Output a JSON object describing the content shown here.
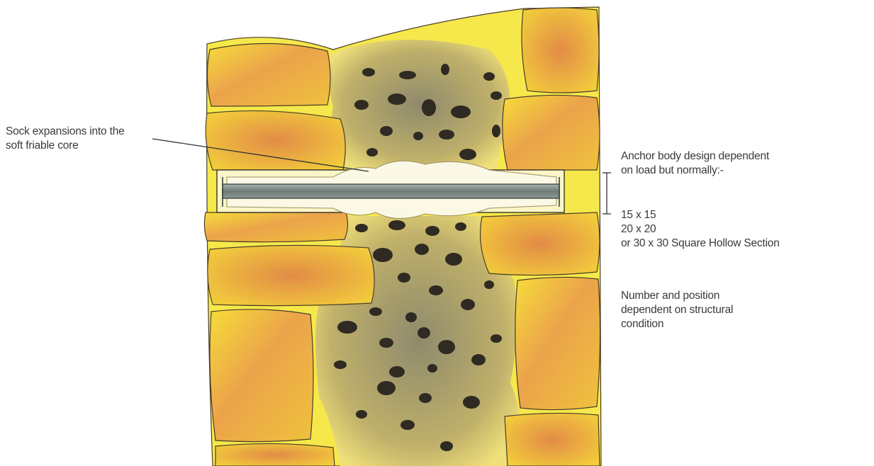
{
  "diagram": {
    "labels": {
      "sock_callout": [
        "Sock expansions into the",
        "soft friable core"
      ],
      "anchor_callout": [
        "Anchor body design dependent",
        "on load but normally:-"
      ],
      "section_sizes": [
        "15 x 15",
        "20 x 20",
        "or 30 x 30 Square Hollow Section"
      ],
      "number_callout": [
        "Number and position",
        "dependent on structural",
        "condition"
      ]
    },
    "colors": {
      "paper": "#ffffff",
      "brick_yellow": "#f3d52a",
      "brick_orange": "#e79a45",
      "mortar_yellow": "#f7ee2c",
      "rubble_core": "#b4a56a",
      "rubble_dark": "#2f2a22",
      "sock_white": "#fbf9e6",
      "anchor_steel": "#7c8a85",
      "ink": "#3a3a3a"
    }
  }
}
